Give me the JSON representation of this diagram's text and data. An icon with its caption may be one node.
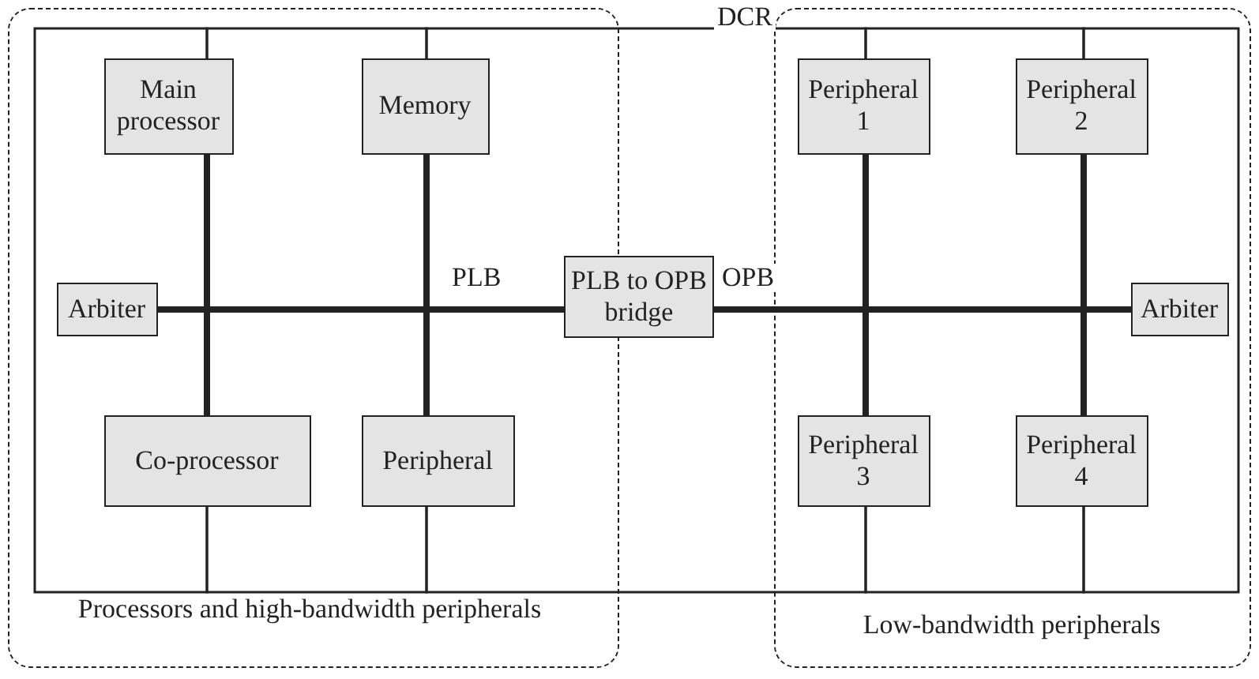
{
  "diagram": {
    "nodes": [
      {
        "text": [
          "Processors and high-bandwidth peripherals"
        ]
      },
      {
        "text": [
          "Main processor"
        ],
        "in": 0
      },
      {
        "text": [
          "Memory"
        ],
        "in": 0
      },
      {
        "text": [
          "Arbiter"
        ],
        "in": 0
      },
      {
        "text": [
          "Co-processor"
        ],
        "in": 0
      },
      {
        "text": [
          "Peripheral"
        ],
        "in": 0
      },
      {
        "text": [
          "PLB to OPB bridge"
        ]
      },
      {
        "text": [
          "Low-bandwidth peripherals"
        ]
      },
      {
        "text": [
          "Peripheral 1"
        ],
        "in": 7
      },
      {
        "text": [
          "Peripheral 2"
        ],
        "in": 7
      },
      {
        "text": [
          "Arbiter"
        ],
        "in": 7
      },
      {
        "text": [
          "Peripheral 3"
        ],
        "in": 7
      },
      {
        "text": [
          "Peripheral 4"
        ],
        "in": 7
      }
    ],
    "edges": [
      {
        "from": 3,
        "to": 6,
        "arrow": "none",
        "style": "thick"
      },
      {
        "from": 1,
        "to": 4,
        "arrow": "none",
        "style": "thick"
      },
      {
        "from": 2,
        "to": 5,
        "arrow": "none",
        "style": "thick"
      },
      {
        "from": 6,
        "to": 10,
        "arrow": "none",
        "style": "thick"
      },
      {
        "from": 8,
        "to": 11,
        "arrow": "none",
        "style": "thick"
      },
      {
        "from": 9,
        "to": 12,
        "arrow": "none",
        "style": "thick"
      },
      {
        "from": 1,
        "to": 2,
        "arrow": "none"
      },
      {
        "from": 2,
        "to": 8,
        "arrow": "none"
      },
      {
        "from": 8,
        "to": 9,
        "arrow": "none"
      },
      {
        "from": 9,
        "to": 12,
        "arrow": "none"
      },
      {
        "from": 12,
        "to": 11,
        "arrow": "none"
      },
      {
        "from": 11,
        "to": 5,
        "arrow": "none"
      },
      {
        "from": 5,
        "to": 4,
        "arrow": "none"
      },
      {
        "from": 4,
        "to": 1,
        "arrow": "none"
      }
    ],
    "labels": [
      "DCR",
      "PLB",
      "OPB"
    ]
  }
}
